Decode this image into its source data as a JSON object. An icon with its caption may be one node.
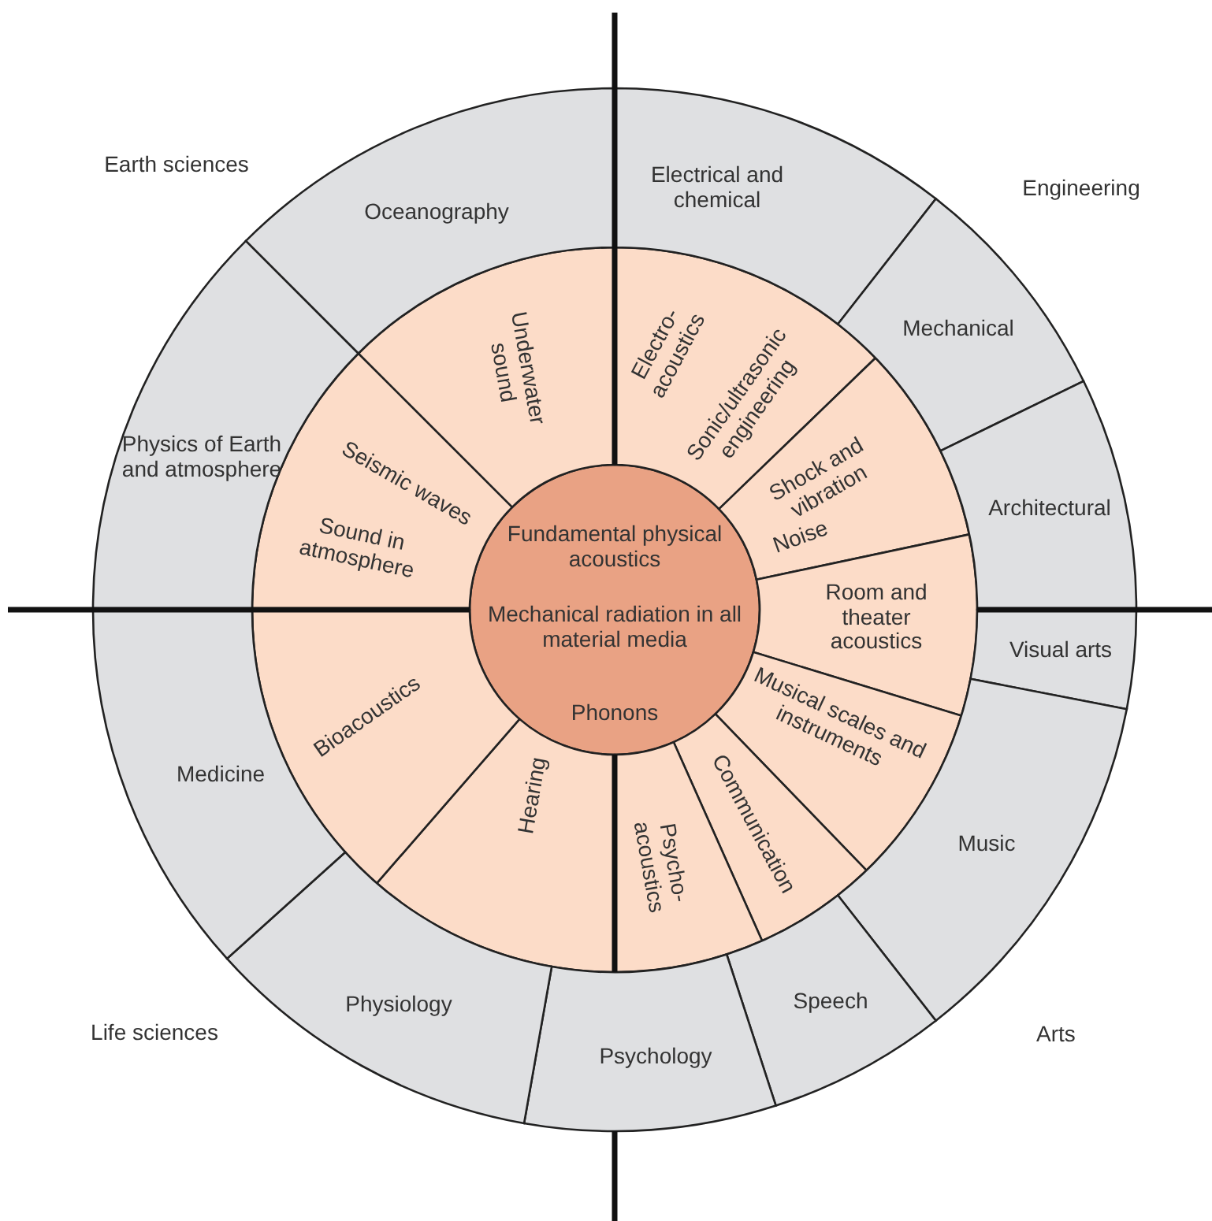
{
  "diagram": {
    "nodes": [
      {
        "text": [
          "Fundamental physical acoustics",
          "Mechanical radiation in all material media",
          "Phonons"
        ]
      },
      {
        "text": [
          "Underwater sound"
        ]
      },
      {
        "text": [
          "Electro- acoustics",
          "Sonic/ultrasonic engineering"
        ]
      },
      {
        "text": [
          "Shock and vibration",
          "Noise"
        ]
      },
      {
        "text": [
          "Room and theater acoustics"
        ]
      },
      {
        "text": [
          "Musical scales and instruments"
        ]
      },
      {
        "text": [
          "Communication"
        ]
      },
      {
        "text": [
          "Psycho- acoustics"
        ]
      },
      {
        "text": [
          "Hearing"
        ]
      },
      {
        "text": [
          "Bioacoustics"
        ]
      },
      {
        "text": [
          "Seismic waves",
          "Sound in atmosphere"
        ]
      },
      {
        "text": [
          "Oceanography"
        ]
      },
      {
        "text": [
          "Electrical and chemical"
        ]
      },
      {
        "text": [
          "Mechanical"
        ]
      },
      {
        "text": [
          "Architectural"
        ]
      },
      {
        "text": [
          "Visual arts"
        ]
      },
      {
        "text": [
          "Music"
        ]
      },
      {
        "text": [
          "Speech"
        ]
      },
      {
        "text": [
          "Psychology"
        ]
      },
      {
        "text": [
          "Physiology"
        ]
      },
      {
        "text": [
          "Medicine"
        ]
      },
      {
        "text": [
          "Physics of Earth and atmosphere"
        ]
      }
    ],
    "labels": [
      "Earth sciences",
      "Engineering",
      "Arts",
      "Life sciences"
    ]
  }
}
